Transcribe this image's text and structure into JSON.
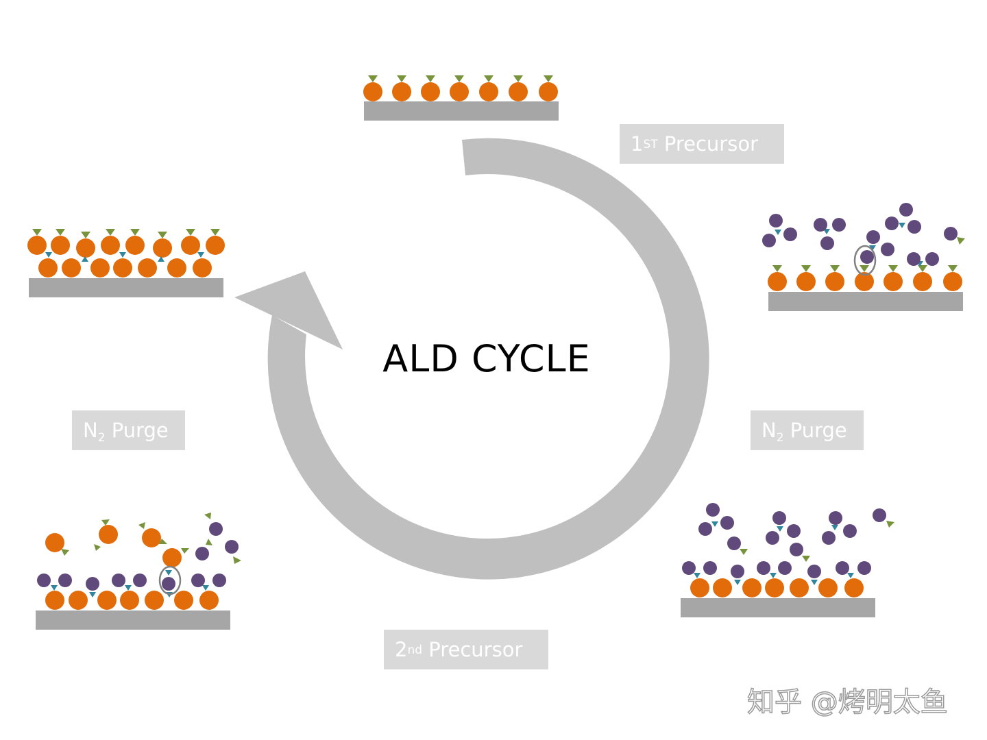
{
  "title": "ALD CYCLE",
  "steps": {
    "first_precursor": {
      "main": "1",
      "sup": "ST",
      "rest": " Precursor"
    },
    "purge_right": {
      "main": "N",
      "sub": "2",
      "rest": " Purge"
    },
    "second_precursor": {
      "main": "2",
      "sup": "nd",
      "rest": " Precursor"
    },
    "purge_left": {
      "main": "N",
      "sub": "2",
      "rest": " Purge"
    }
  },
  "watermark": "知乎 @烤明太鱼",
  "colors": {
    "substrate": "#a6a6a6",
    "cycle_arrow": "#bfbfbf",
    "label_box": "#d9d9d9",
    "orange_atom": "#e36c0a",
    "purple_atom": "#604a7b",
    "green_ligand": "#77933c",
    "teal_ligand": "#31859c",
    "highlight_ring": "#808080"
  }
}
